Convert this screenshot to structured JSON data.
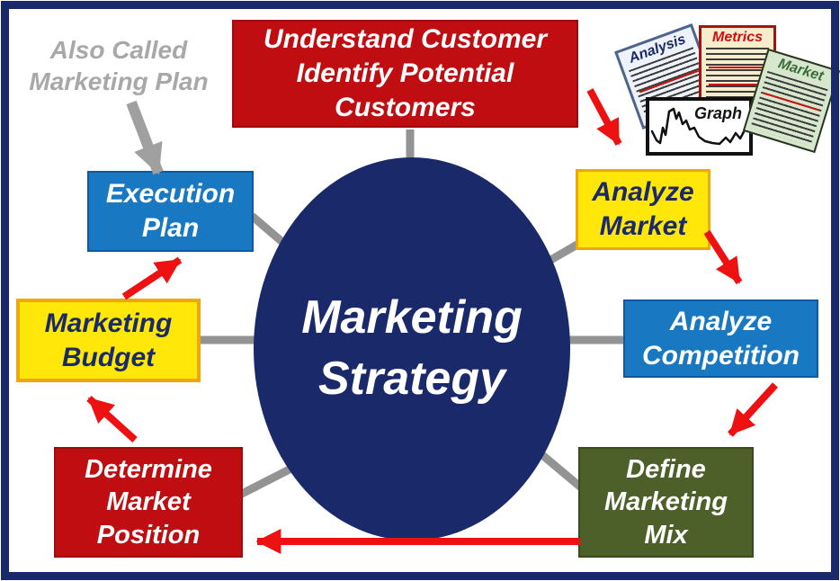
{
  "center": {
    "label": "Marketing\nStrategy"
  },
  "note": {
    "text": "Also Called\nMarketing Plan"
  },
  "boxes": {
    "understand_customer": {
      "label": "Understand Customer\nIdentify Potential\nCustomers"
    },
    "execution_plan": {
      "label": "Execution\nPlan"
    },
    "marketing_budget": {
      "label": "Marketing\nBudget"
    },
    "determine_market_position": {
      "label": "Determine\nMarket\nPosition"
    },
    "analyze_market": {
      "label": "Analyze\nMarket"
    },
    "analyze_competition": {
      "label": "Analyze\nCompetition"
    },
    "define_marketing_mix": {
      "label": "Define\nMarketing\nMix"
    }
  },
  "cards": {
    "analysis": {
      "title": "Analysis"
    },
    "metrics": {
      "title": "Metrics"
    },
    "market": {
      "title": "Market"
    },
    "graph": {
      "title": "Graph"
    }
  },
  "colors": {
    "navy": "#19296a",
    "dark_red_box": "#c00d11",
    "arrow_red": "#ee1111",
    "blue_box": "#1878c2",
    "yellow_box": "#ffe70a",
    "yellow_border": "#f0a70a",
    "green_box": "#4e6029",
    "connector_gray": "#939393",
    "note_gray": "#a8a8a8"
  }
}
